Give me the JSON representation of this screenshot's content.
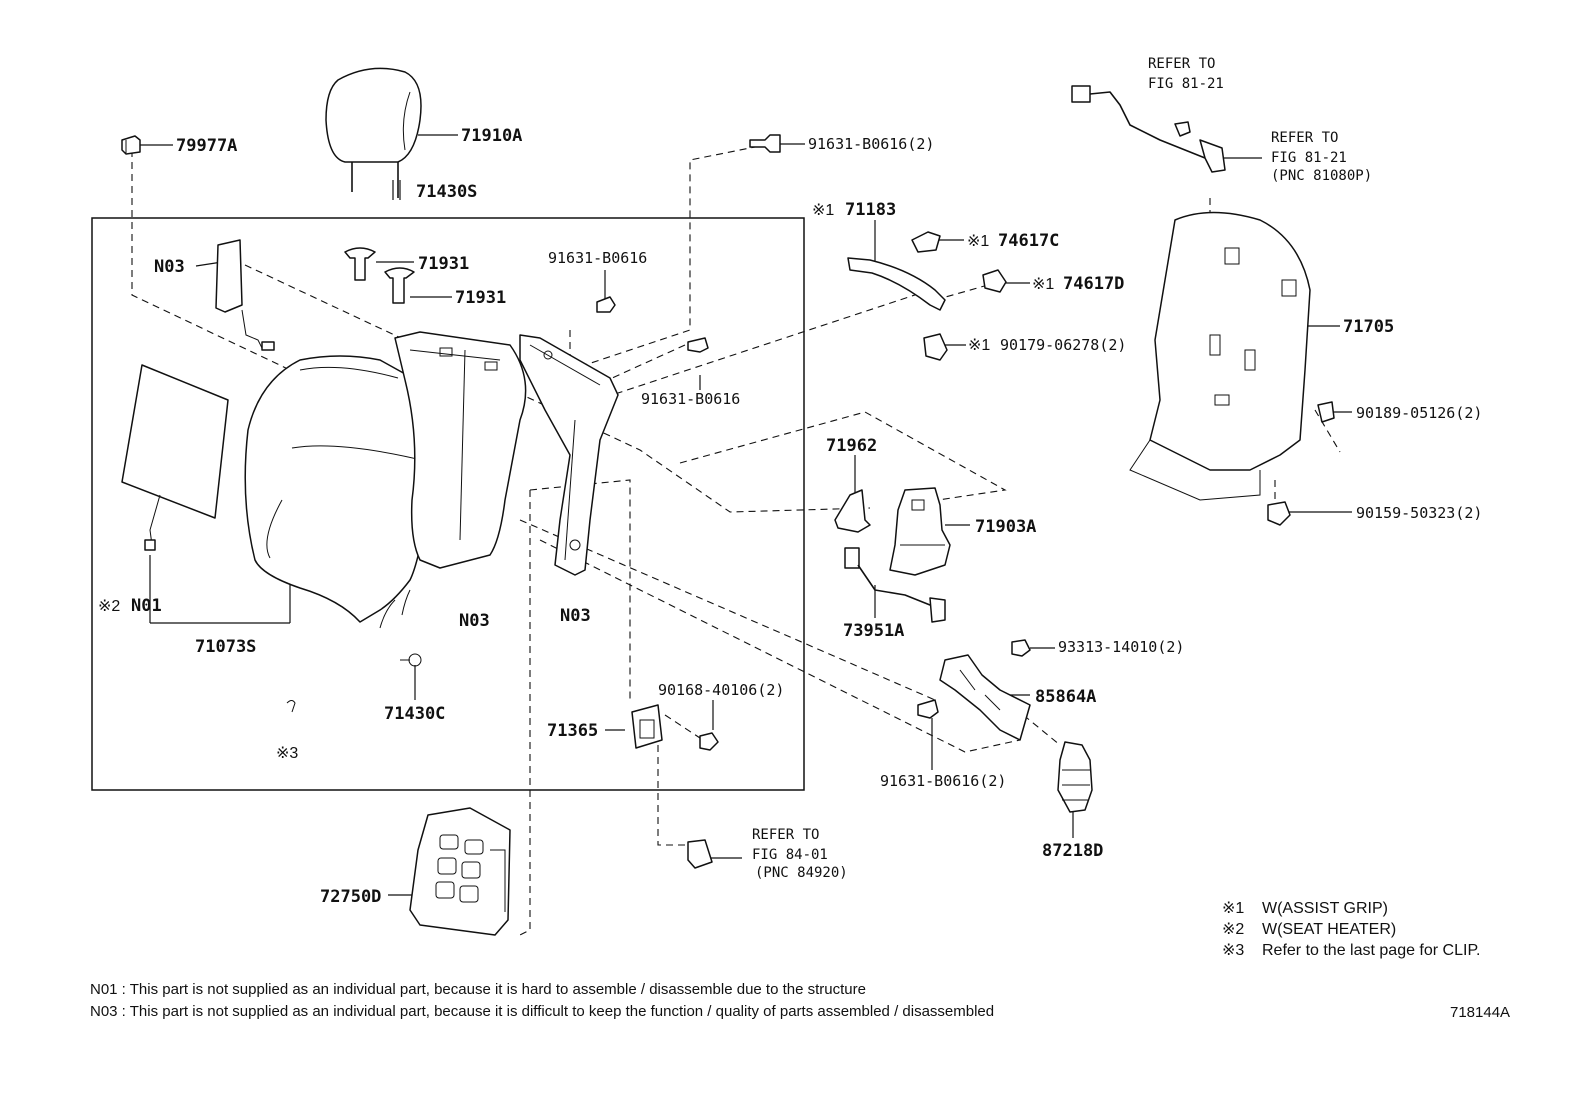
{
  "parts": {
    "p79977A": "79977A",
    "p71910A": "71910A",
    "p71430S": "71430S",
    "pN03_a": "N03",
    "p71931_a": "71931",
    "p71931_b": "71931",
    "p91631_B0616_top": "91631-B0616",
    "p91631_B0616_top2": "91631-B0616(2)",
    "p91631_B0616_mid": "91631-B0616",
    "p71183": "71183",
    "p74617C": "74617C",
    "p74617D": "74617D",
    "p90179_06278": "90179-06278(2)",
    "p71705": "71705",
    "p90189_05126": "90189-05126(2)",
    "p90159_50323": "90159-50323(2)",
    "p71962": "71962",
    "p71903A": "71903A",
    "p73951A": "73951A",
    "pN01": "N01",
    "p71073S": "71073S",
    "pN03_b": "N03",
    "pN03_c": "N03",
    "p71430C": "71430C",
    "p90168_40106": "90168-40106(2)",
    "p71365": "71365",
    "p93313_14010": "93313-14010(2)",
    "p85864A": "85864A",
    "p91631_B0616_low": "91631-B0616(2)",
    "p87218D": "87218D",
    "p72750D": "72750D"
  },
  "marks": {
    "m1": "※1",
    "m2": "※2",
    "m3": "※3"
  },
  "refs": {
    "ref_a_line1": "REFER TO",
    "ref_a_line2": "FIG 81-21",
    "ref_b_line1": "REFER TO",
    "ref_b_line2": "FIG 81-21",
    "ref_b_line3": "(PNC 81080P)",
    "ref_c_line1": "REFER TO",
    "ref_c_line2": "FIG 84-01",
    "ref_c_line3": "(PNC 84920)"
  },
  "legend": [
    {
      "mark": "※1",
      "text": "W(ASSIST GRIP)"
    },
    {
      "mark": "※2",
      "text": "W(SEAT HEATER)"
    },
    {
      "mark": "※3",
      "text": "Refer to the last page for CLIP."
    }
  ],
  "notes": {
    "n01": "N01 : This part is not supplied as an individual part, because it is hard to assemble / disassemble due to the structure",
    "n03": "N03 : This part is not supplied as an individual part, because it is difficult to keep the function / quality of parts assembled / disassembled"
  },
  "figure_id": "718144A"
}
